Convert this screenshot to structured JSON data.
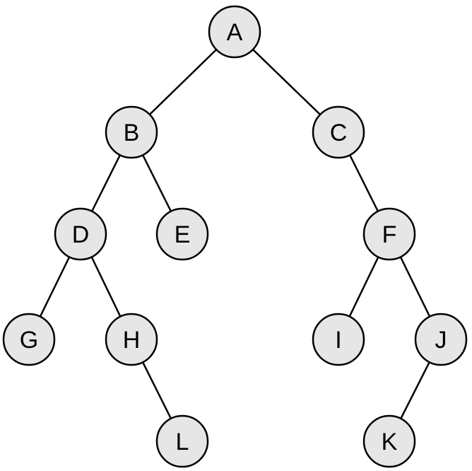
{
  "diagram": {
    "type": "binary-tree",
    "node_fill": "#e6e6e6",
    "stroke_color": "#000000",
    "nodes": [
      {
        "id": "A",
        "label": "A"
      },
      {
        "id": "B",
        "label": "B"
      },
      {
        "id": "C",
        "label": "C"
      },
      {
        "id": "D",
        "label": "D"
      },
      {
        "id": "E",
        "label": "E"
      },
      {
        "id": "F",
        "label": "F"
      },
      {
        "id": "G",
        "label": "G"
      },
      {
        "id": "H",
        "label": "H"
      },
      {
        "id": "I",
        "label": "I"
      },
      {
        "id": "J",
        "label": "J"
      },
      {
        "id": "K",
        "label": "K"
      },
      {
        "id": "L",
        "label": "L"
      }
    ],
    "edges": [
      {
        "from": "A",
        "to": "B"
      },
      {
        "from": "A",
        "to": "C"
      },
      {
        "from": "B",
        "to": "D"
      },
      {
        "from": "B",
        "to": "E"
      },
      {
        "from": "C",
        "to": "F"
      },
      {
        "from": "D",
        "to": "G"
      },
      {
        "from": "D",
        "to": "H"
      },
      {
        "from": "F",
        "to": "I"
      },
      {
        "from": "F",
        "to": "J"
      },
      {
        "from": "H",
        "to": "L"
      },
      {
        "from": "J",
        "to": "K"
      }
    ]
  }
}
